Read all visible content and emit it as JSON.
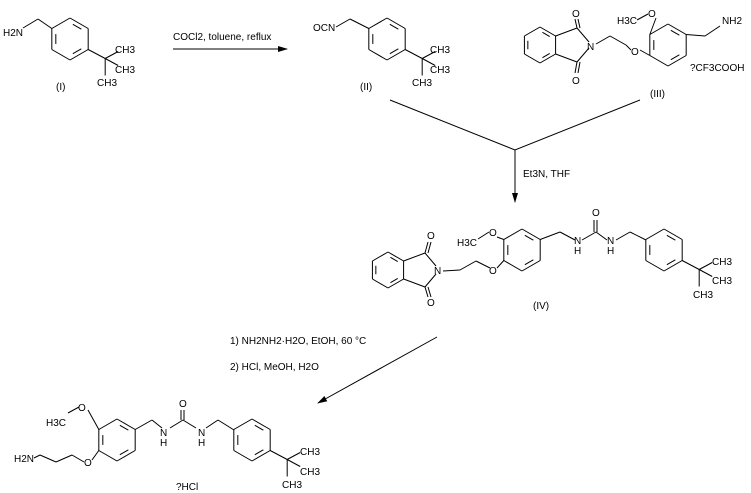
{
  "compounds": {
    "c1": {
      "label": "(I)",
      "amine": "H2N",
      "ch3": "CH3"
    },
    "c2": {
      "label": "(II)",
      "group": "OCN",
      "ch3": "CH3"
    },
    "c3": {
      "label": "(III)",
      "methoxy": "H3C",
      "o": "O",
      "n": "N",
      "amine": "NH2",
      "salt": "?CF3COOH"
    },
    "c4": {
      "label": "(IV)",
      "methoxy": "H3C",
      "o": "O",
      "n": "N",
      "nh": "N",
      "h": "H",
      "ch3": "CH3"
    },
    "c5": {
      "methoxy": "H3C",
      "o": "O",
      "amine": "H2N",
      "nh": "N",
      "h": "H",
      "ch3": "CH3",
      "salt": "?HCl"
    }
  },
  "reagents": {
    "step1": "COCl2, toluene, reflux",
    "step2": "Et3N, THF",
    "step3a": "1) NH2NH2·H2O, EtOH, 60 °C",
    "step3b": "2) HCl, MeOH, H2O"
  }
}
